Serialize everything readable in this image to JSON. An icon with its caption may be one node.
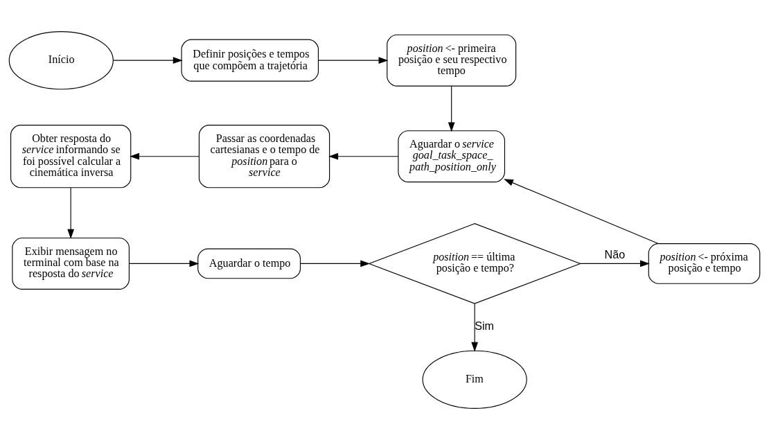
{
  "diagram": {
    "nodes": [
      {
        "text": [
          "Início"
        ]
      },
      {
        "text": [
          "Definir posições e tempos que compõem a trajetória"
        ]
      },
      {
        "text": [
          "*position* <- primeira posição e seu respectivo tempo"
        ]
      },
      {
        "text": [
          "Aguardar o *service* *goal_task_space_ path_position_only*"
        ]
      },
      {
        "text": [
          "Passar as coordenadas cartesianas e o tempo de *position* para o *service*"
        ]
      },
      {
        "text": [
          "Obter resposta do *service* informando se foi possível calcular a cinemática inversa"
        ]
      },
      {
        "text": [
          "Exibir mensagem no terminal com base na resposta do *service*"
        ]
      },
      {
        "text": [
          "Aguardar o tempo"
        ]
      },
      {
        "text": [
          "*position* == última posição e tempo?"
        ]
      },
      {
        "text": [
          "*position* <- próxima posição e tempo"
        ]
      },
      {
        "text": [
          "Fim"
        ]
      }
    ],
    "edges": [
      {
        "from": 0,
        "to": 1,
        "arrow": "to"
      },
      {
        "from": 1,
        "to": 2,
        "arrow": "to"
      },
      {
        "from": 2,
        "to": 3,
        "arrow": "to"
      },
      {
        "from": 3,
        "to": 4,
        "arrow": "to"
      },
      {
        "from": 4,
        "to": 5,
        "arrow": "to"
      },
      {
        "from": 5,
        "to": 6,
        "arrow": "to"
      },
      {
        "from": 6,
        "to": 7,
        "arrow": "to"
      },
      {
        "from": 7,
        "to": 8,
        "arrow": "to"
      },
      {
        "from": 8,
        "to": 9,
        "label": "Não",
        "arrow": "to"
      },
      {
        "from": 8,
        "to": 10,
        "label": "Sim",
        "arrow": "to"
      },
      {
        "from": 9,
        "to": 3,
        "arrow": "to"
      }
    ]
  }
}
